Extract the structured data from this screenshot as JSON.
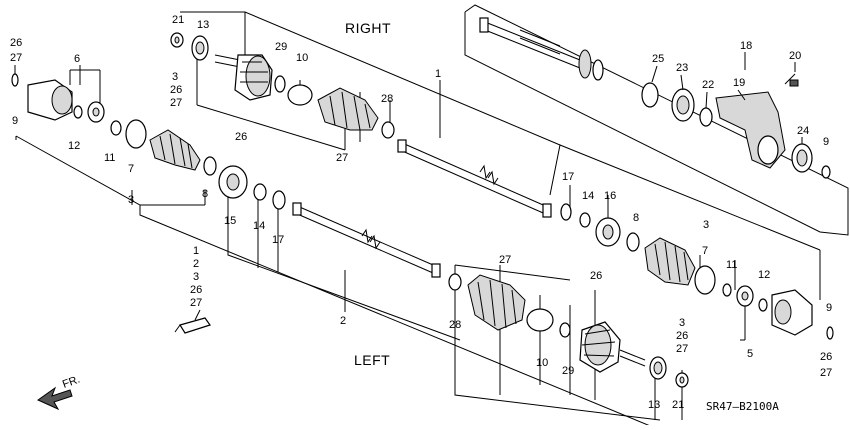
{
  "diagram": {
    "heading_right": "RIGHT",
    "heading_left": "LEFT",
    "direction_label": "FR.",
    "drawing_code": "SR47—B2100A",
    "callouts": {
      "c26_tl": "26",
      "c27_tl": "27",
      "c9_tl": "9",
      "c6_tl": "6",
      "c12_tl": "12",
      "c11_tl": "11",
      "c7_tl": "7",
      "c3_l": "3",
      "c8_tl": "8",
      "c21_top": "21",
      "c13_top": "13",
      "c3_top": "3",
      "c26_top": "26",
      "c27_top": "27",
      "c29_top": "29",
      "c10_top": "10",
      "c28_top": "28",
      "c26_mid": "26",
      "c27_mid": "27",
      "c1_top": "1",
      "c15": "15",
      "c14_l": "14",
      "c17_l": "17",
      "c1_list": "1",
      "c2_list": "2",
      "c3_list": "3",
      "c26_list": "26",
      "c27_list": "27",
      "c2_shaft": "2",
      "c17_r": "17",
      "c14_r": "14",
      "c16": "16",
      "c8_r": "8",
      "c3_r": "3",
      "c7_r": "7",
      "c11_r": "11",
      "c12_r": "12",
      "c9_r": "9",
      "c5_r": "5",
      "c26_r": "26",
      "c27_r": "27",
      "c27_bot": "27",
      "c26_bot": "26",
      "c28_bot": "28",
      "c10_bot": "10",
      "c29_bot": "29",
      "c3_bot": "3",
      "c26_bot2": "26",
      "c27_bot2": "27",
      "c13_bot": "13",
      "c21_bot": "21",
      "c18": "18",
      "c20": "20",
      "c25": "25",
      "c23": "23",
      "c22": "22",
      "c19": "19",
      "c24": "24",
      "c9_box": "9"
    }
  }
}
